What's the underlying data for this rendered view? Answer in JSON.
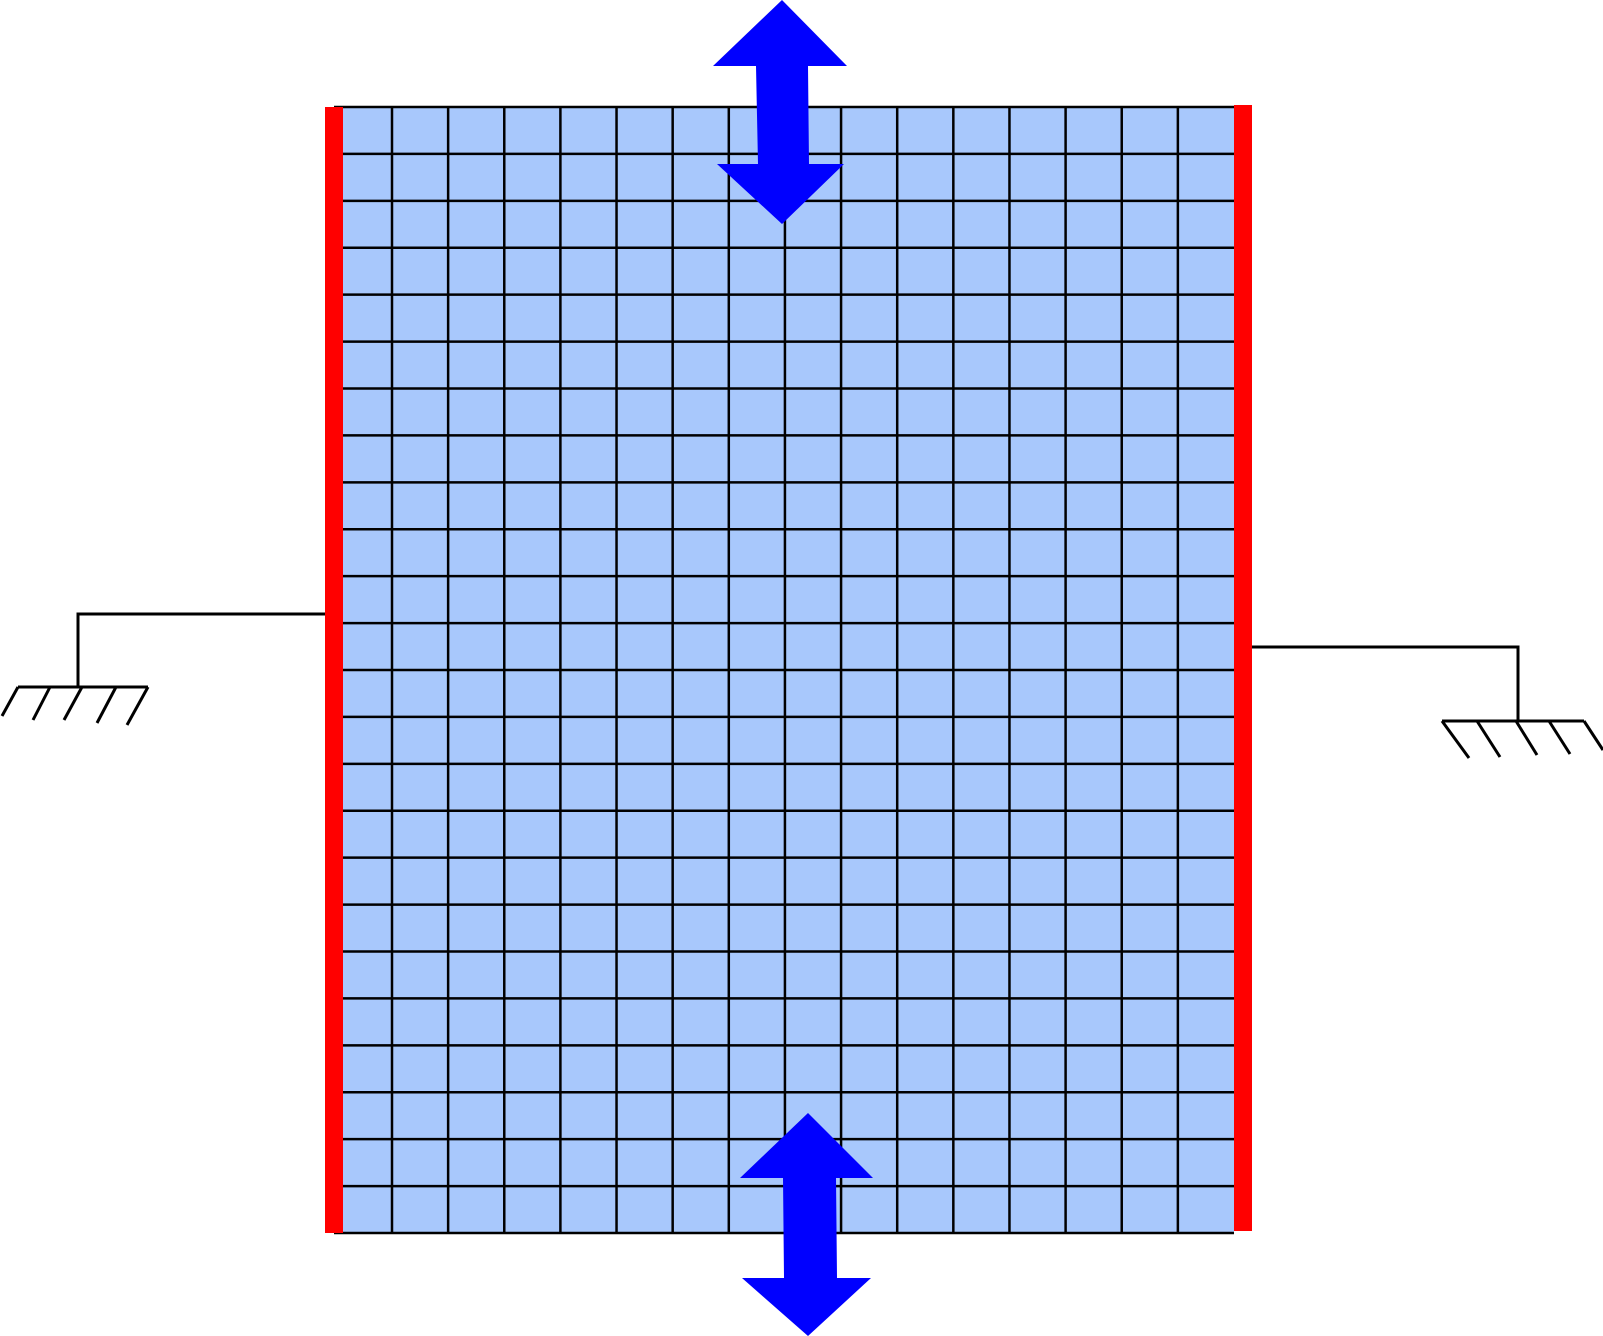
{
  "mesh": {
    "columns": 16,
    "rows": 24,
    "fill_color": "#a8c8fc",
    "line_color": "#000000"
  },
  "electrodes": {
    "color": "#ff0000",
    "count": 2
  },
  "ground_symbols": {
    "count": 2,
    "icon": "ground-icon",
    "color": "#000000"
  },
  "load_arrows": {
    "count": 2,
    "icon": "double-headed-vertical-arrow-icon",
    "color": "#0000ff"
  }
}
